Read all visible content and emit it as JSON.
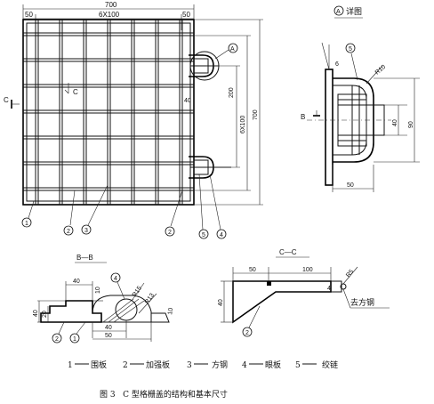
{
  "main_view": {
    "dim_total_width": "700",
    "dim_left_margin": "50",
    "dim_grid_span": "6X100",
    "dim_right_margin": "50",
    "dim_height_span": "6X100",
    "dim_height_total": "700",
    "dim_hinge_offset": "200",
    "dim_hinge_gap": "40",
    "section_mark_left": "C",
    "section_mark_right": "C",
    "callout_detail": "A",
    "callouts": [
      "1",
      "2",
      "3",
      "2",
      "5",
      "4"
    ]
  },
  "detail_a": {
    "title": "详图",
    "title_marker": "A",
    "dim_plate": "6",
    "dim_radius": "R10",
    "dim_50": "50",
    "dim_40": "40",
    "dim_90": "90",
    "callout_hinge": "5",
    "section_mark": "B"
  },
  "section_bb": {
    "title": "B—B",
    "dim_top_40": "40",
    "dim_10": "10",
    "dim_side_40": "40",
    "dim_20": "20",
    "dim_bottom_40": "40",
    "dim_bottom_50": "50",
    "dim_r15": "R15",
    "dim_r13": "R13",
    "dim_10b": "10",
    "callouts": [
      "4",
      "2",
      "1"
    ]
  },
  "section_cc": {
    "title": "C—C",
    "dim_50": "50",
    "dim_100": "100",
    "dim_40": "40",
    "dim_r5": "R5",
    "dim_4": "4",
    "note_remove_bar": "去方钢",
    "callout_plate": "2"
  },
  "legend": [
    {
      "num": "1",
      "label": "围板"
    },
    {
      "num": "2",
      "label": "加强板"
    },
    {
      "num": "3",
      "label": "方钢"
    },
    {
      "num": "4",
      "label": "眼板"
    },
    {
      "num": "5",
      "label": "绞链"
    }
  ],
  "caption": "图 3   C 型格栅盖的结构和基本尺寸"
}
